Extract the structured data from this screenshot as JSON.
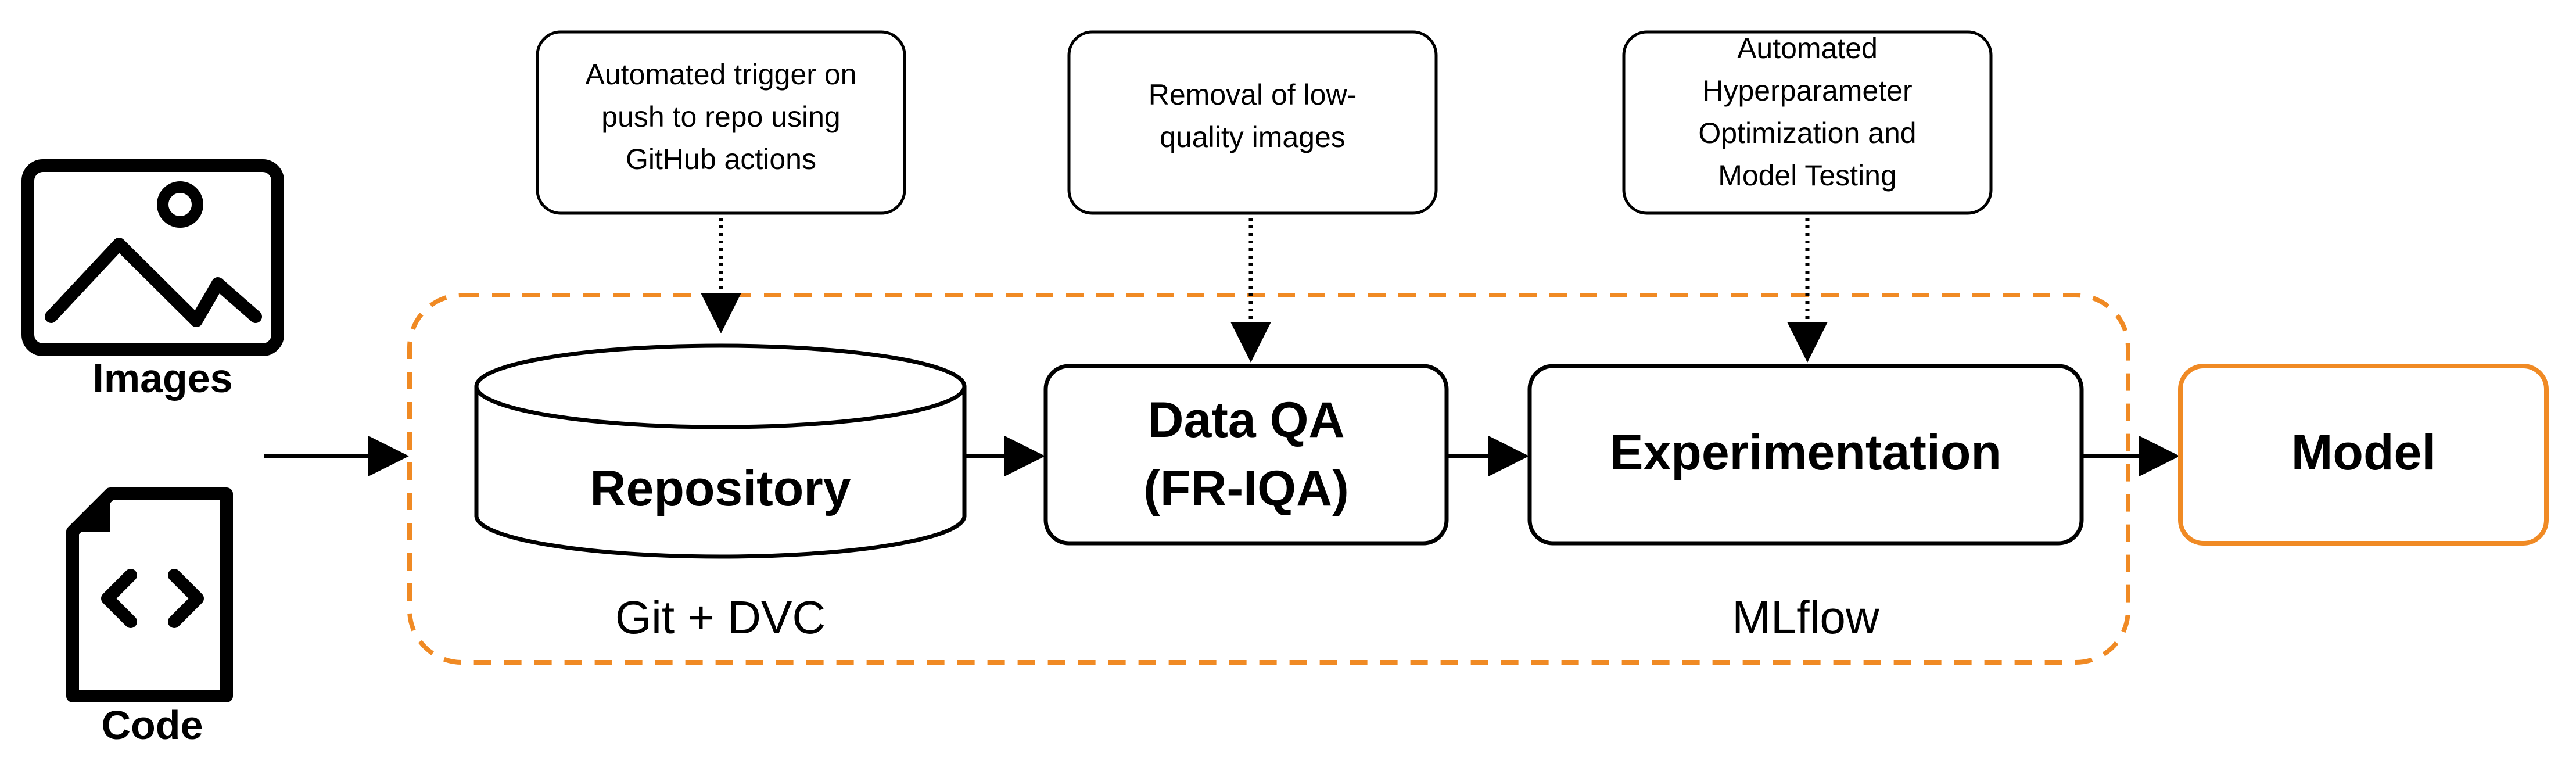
{
  "inputs": {
    "images_label": "Images",
    "code_label": "Code"
  },
  "annotations": {
    "trigger": [
      "Automated trigger on",
      "push to repo using",
      "GitHub actions"
    ],
    "removal": [
      "Removal of low-",
      "quality images"
    ],
    "hpo": [
      "Automated",
      "Hyperparameter",
      "Optimization and",
      "Model Testing"
    ]
  },
  "pipeline": {
    "repository": "Repository",
    "data_qa_line1": "Data QA",
    "data_qa_line2": "(FR-IQA)",
    "experimentation": "Experimentation",
    "model": "Model"
  },
  "tools": {
    "repository_tool": "Git + DVC",
    "experiment_tool": "MLflow"
  },
  "colors": {
    "stroke": "#000000",
    "accent": "#f08a24",
    "background": "#ffffff"
  }
}
